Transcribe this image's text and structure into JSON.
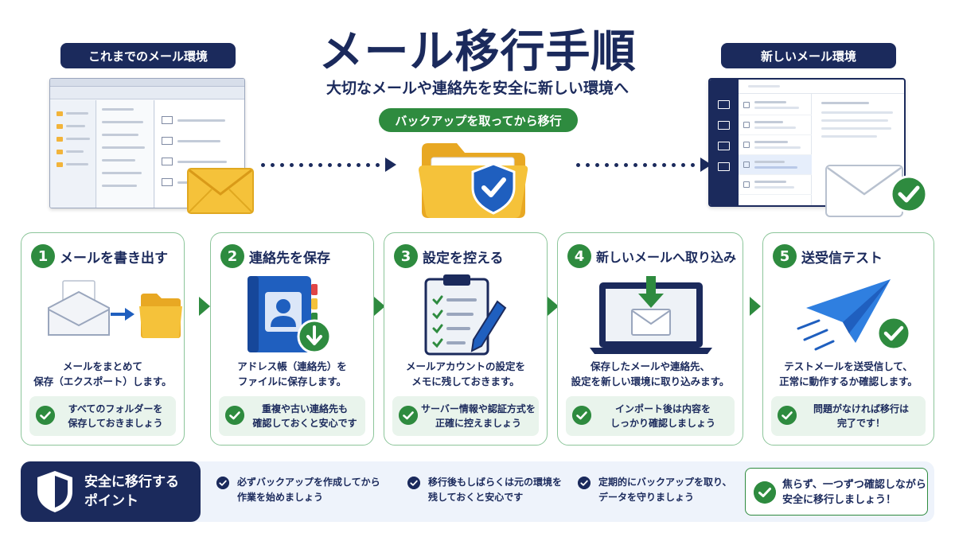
{
  "header": {
    "title": "メール移行手順",
    "subtitle": "大切なメールや連絡先を安全に新しい環境へ",
    "old_env_label": "これまでのメール環境",
    "new_env_label": "新しいメール環境",
    "center_label": "バックアップを取ってから移行"
  },
  "colors": {
    "navy": "#1b2a5c",
    "green": "#2e8b3f",
    "light_green": "#e9f4ec",
    "folder_yellow": "#f5c23a",
    "shield_blue": "#1f5fbf"
  },
  "steps": [
    {
      "number": "1",
      "title": "メールを書き出す",
      "desc_line1": "メールをまとめて",
      "desc_line2": "保存（エクスポート）します。",
      "tip_line1": "すべてのフォルダーを",
      "tip_line2": "保存しておきましょう",
      "icon": "envelope-to-folder-icon"
    },
    {
      "number": "2",
      "title": "連絡先を保存",
      "desc_line1": "アドレス帳（連絡先）を",
      "desc_line2": "ファイルに保存します。",
      "tip_line1": "重複や古い連絡先も",
      "tip_line2": "確認しておくと安心です",
      "icon": "address-book-icon"
    },
    {
      "number": "3",
      "title": "設定を控える",
      "desc_line1": "メールアカウントの設定を",
      "desc_line2": "メモに残しておきます。",
      "tip_line1": "サーバー情報や認証方式を",
      "tip_line2": "正確に控えましょう",
      "icon": "clipboard-checklist-icon"
    },
    {
      "number": "4",
      "title": "新しいメールへ取り込み",
      "desc_line1": "保存したメールや連絡先、",
      "desc_line2": "設定を新しい環境に取り込みます。",
      "tip_line1": "インポート後は内容を",
      "tip_line2": "しっかり確認しましょう",
      "icon": "laptop-import-icon"
    },
    {
      "number": "5",
      "title": "送受信テスト",
      "desc_line1": "テストメールを送受信して、",
      "desc_line2": "正常に動作するか確認します。",
      "tip_line1": "問題がなければ移行は",
      "tip_line2": "完了です！",
      "icon": "paper-plane-icon"
    }
  ],
  "safety": {
    "title_line1": "安全に移行する",
    "title_line2": "ポイント",
    "points": [
      {
        "line1": "必ずバックアップを作成してから",
        "line2": "作業を始めましょう"
      },
      {
        "line1": "移行後もしばらくは元の環境を",
        "line2": "残しておくと安心です"
      },
      {
        "line1": "定期的にバックアップを取り、",
        "line2": "データを守りましょう"
      }
    ],
    "final_line1": "焦らず、一つずつ確認しながら",
    "final_line2": "安全に移行しましょう！"
  }
}
